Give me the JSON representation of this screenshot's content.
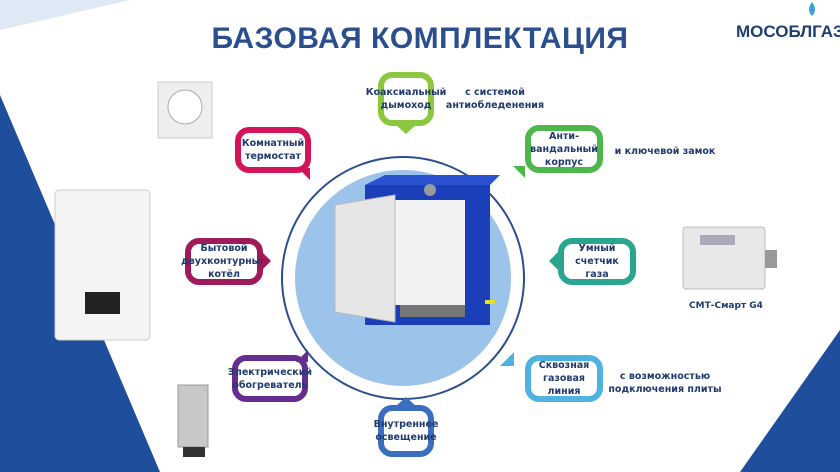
{
  "title": "БАЗОВАЯ КОМПЛЕКТАЦИЯ",
  "logo": "МОСОБЛГАЗ",
  "colors": {
    "title": "#2b4f8e",
    "accent_dark": "#1f4e9c",
    "circle_fill": "#9cc3ea"
  },
  "bubbles": {
    "chimney": {
      "label": "Коаксиальный дымоход",
      "note": "с системой антиобледенения",
      "color": "#8dc63f"
    },
    "thermostat": {
      "label": "Комнатный термостат",
      "color": "#d4145a"
    },
    "vandal": {
      "label": "Анти-вандальный корпус",
      "note": "и ключевой замок",
      "color": "#4cb84c"
    },
    "boiler": {
      "label": "Бытовой двухконтурный котёл",
      "color": "#a0195a"
    },
    "meter": {
      "label": "Умный счетчик газа",
      "color": "#2aa58f"
    },
    "heater": {
      "label": "Электрический обогреватель",
      "color": "#662d91"
    },
    "gasline": {
      "label": "Сквозная газовая линия",
      "note": "с возможностью подключения плиты",
      "color": "#4eb3e0"
    },
    "light": {
      "label": "Внутреннее освещение",
      "color": "#3a6fc0"
    }
  },
  "meter_caption": "СМТ-Смарт G4"
}
